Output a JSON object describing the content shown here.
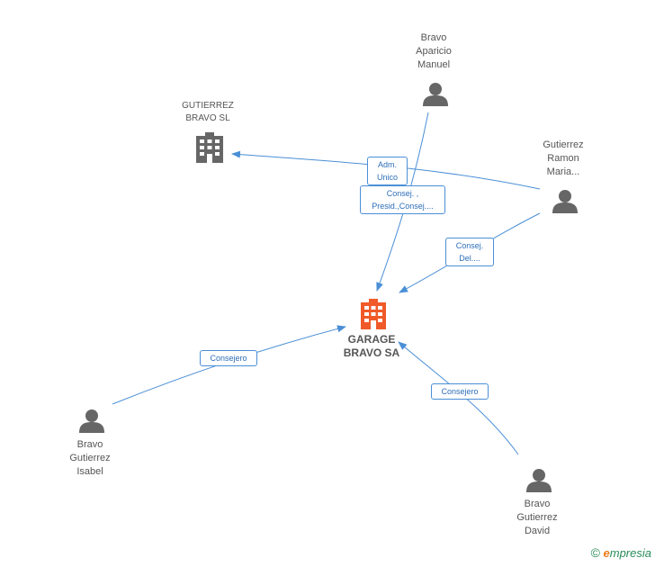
{
  "nodes": {
    "garage": {
      "label": "GARAGE\nBRAVO SA"
    },
    "gutierrez_sl": {
      "label": "GUTIERREZ\nBRAVO SL"
    },
    "aparicio": {
      "label": "Bravo\nAparicio\nManuel"
    },
    "ramon": {
      "label": "Gutierrez\nRamon\nMaria..."
    },
    "isabel": {
      "label": "Bravo\nGutierrez\nIsabel"
    },
    "david": {
      "label": "Bravo\nGutierrez\nDavid"
    }
  },
  "edges": {
    "adm_unico": {
      "label": "Adm.\nUnico"
    },
    "consej_presid": {
      "label": "Consej. ,\nPresid.,Consej...."
    },
    "consej_del": {
      "label": "Consej.\nDel...."
    },
    "consejero_isabel": {
      "label": "Consejero"
    },
    "consejero_david": {
      "label": "Consejero"
    }
  },
  "colors": {
    "edge": "#4a8fd6",
    "main_company": "#f05a28",
    "company": "#666666",
    "person": "#666666"
  },
  "footer": {
    "copyright": "©",
    "brand_initial": "e",
    "brand_rest": "mpresia"
  }
}
